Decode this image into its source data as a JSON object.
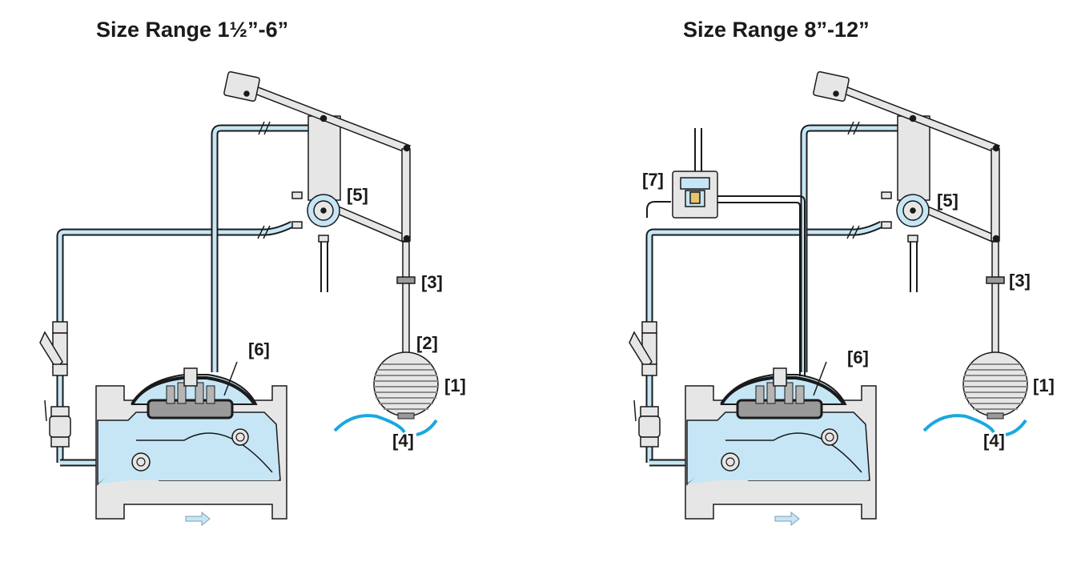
{
  "titles": {
    "left": "Size Range 1½”-6”",
    "right": "Size Range 8”-12”"
  },
  "left_labels": {
    "float": "[1]",
    "rod_stop": "[2]",
    "rod_clamp": "[3]",
    "water_level": "[4]",
    "pilot": "[5]",
    "main_valve": "[6]"
  },
  "right_labels": {
    "float": "[1]",
    "rod_clamp": "[3]",
    "water_level": "[4]",
    "pilot": "[5]",
    "main_valve": "[6]",
    "relay": "[7]"
  },
  "colors": {
    "water": "#c6e6f6",
    "water_line": "#1aa7e0",
    "body": "#e6e6e6",
    "outline": "#1a1a1a",
    "diaphragm": "#9a9a9a"
  }
}
